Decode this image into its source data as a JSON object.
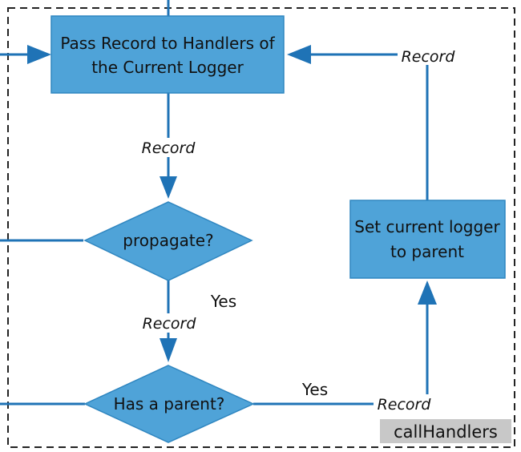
{
  "colors": {
    "node_fill": "#4fa3d8",
    "node_stroke": "#2f86c0",
    "arrow": "#1f73b6",
    "frame": "#222222",
    "badge_fill": "#c8c8c8",
    "text": "#111111"
  },
  "nodes": {
    "pass_record": {
      "line1": "Pass Record to Handlers of",
      "line2": "the Current Logger"
    },
    "propagate": {
      "label": "propagate?"
    },
    "has_parent": {
      "label": "Has a parent?"
    },
    "set_logger": {
      "line1": "Set current logger",
      "line2": "to parent"
    }
  },
  "edge_labels": {
    "record_top_right": "Record",
    "record_mid": "Record",
    "record_lower": "Record",
    "record_bottom_right": "Record",
    "yes_propagate": "Yes",
    "yes_parent": "Yes"
  },
  "frame": {
    "label": "callHandlers"
  }
}
